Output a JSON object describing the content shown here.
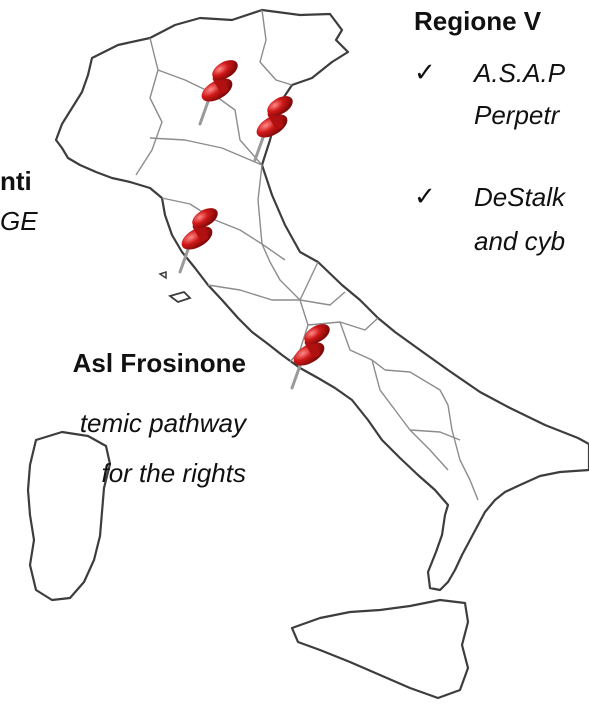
{
  "colors": {
    "border": "#3d3d3d",
    "regions": "#8c8c8c",
    "pin_red": "#d01818",
    "pin_dark": "#7d0808",
    "text": "#111111"
  },
  "labels": {
    "veneto_title": "Regione V",
    "veneto_item1_line1": "A.S.A.P",
    "veneto_item1_line2": "Perpetr",
    "veneto_item2_line1": "DeStalk",
    "veneto_item2_line2": "and cyb",
    "check_mark": "✓",
    "left_title_partial": "nti",
    "left_sub_partial": "GE",
    "frosinone_title": "Asl Frosinone",
    "frosinone_line1": "temic pathway",
    "frosinone_line2": "for the rights"
  },
  "pins": [
    {
      "name": "pin-north-1",
      "icon": "pushpin-icon"
    },
    {
      "name": "pin-north-2",
      "icon": "pushpin-icon"
    },
    {
      "name": "pin-tuscany",
      "icon": "pushpin-icon"
    },
    {
      "name": "pin-lazio",
      "icon": "pushpin-icon"
    }
  ]
}
